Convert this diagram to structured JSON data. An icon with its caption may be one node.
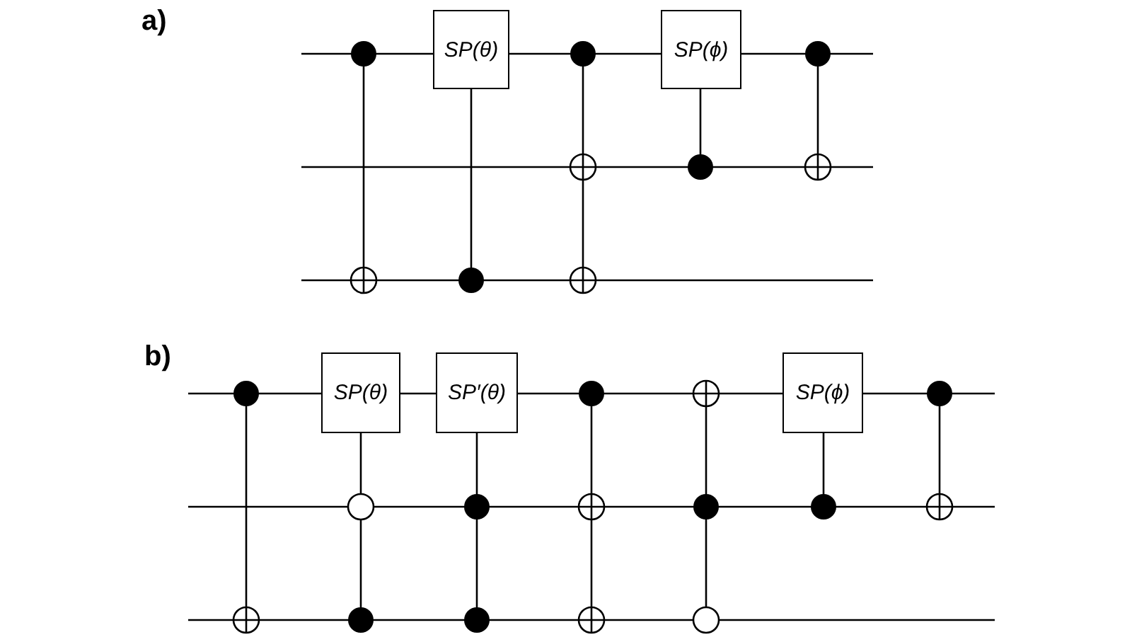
{
  "diagram": {
    "nodes": [
      {
        "text": [
          "SP(θ)"
        ]
      },
      {
        "text": [
          "SP(ϕ)"
        ]
      },
      {
        "text": [
          "SP(θ)"
        ]
      },
      {
        "text": [
          "SP′(θ)"
        ]
      },
      {
        "text": [
          "SP(ϕ)"
        ]
      }
    ],
    "labels": [
      "a)",
      "b)"
    ]
  }
}
